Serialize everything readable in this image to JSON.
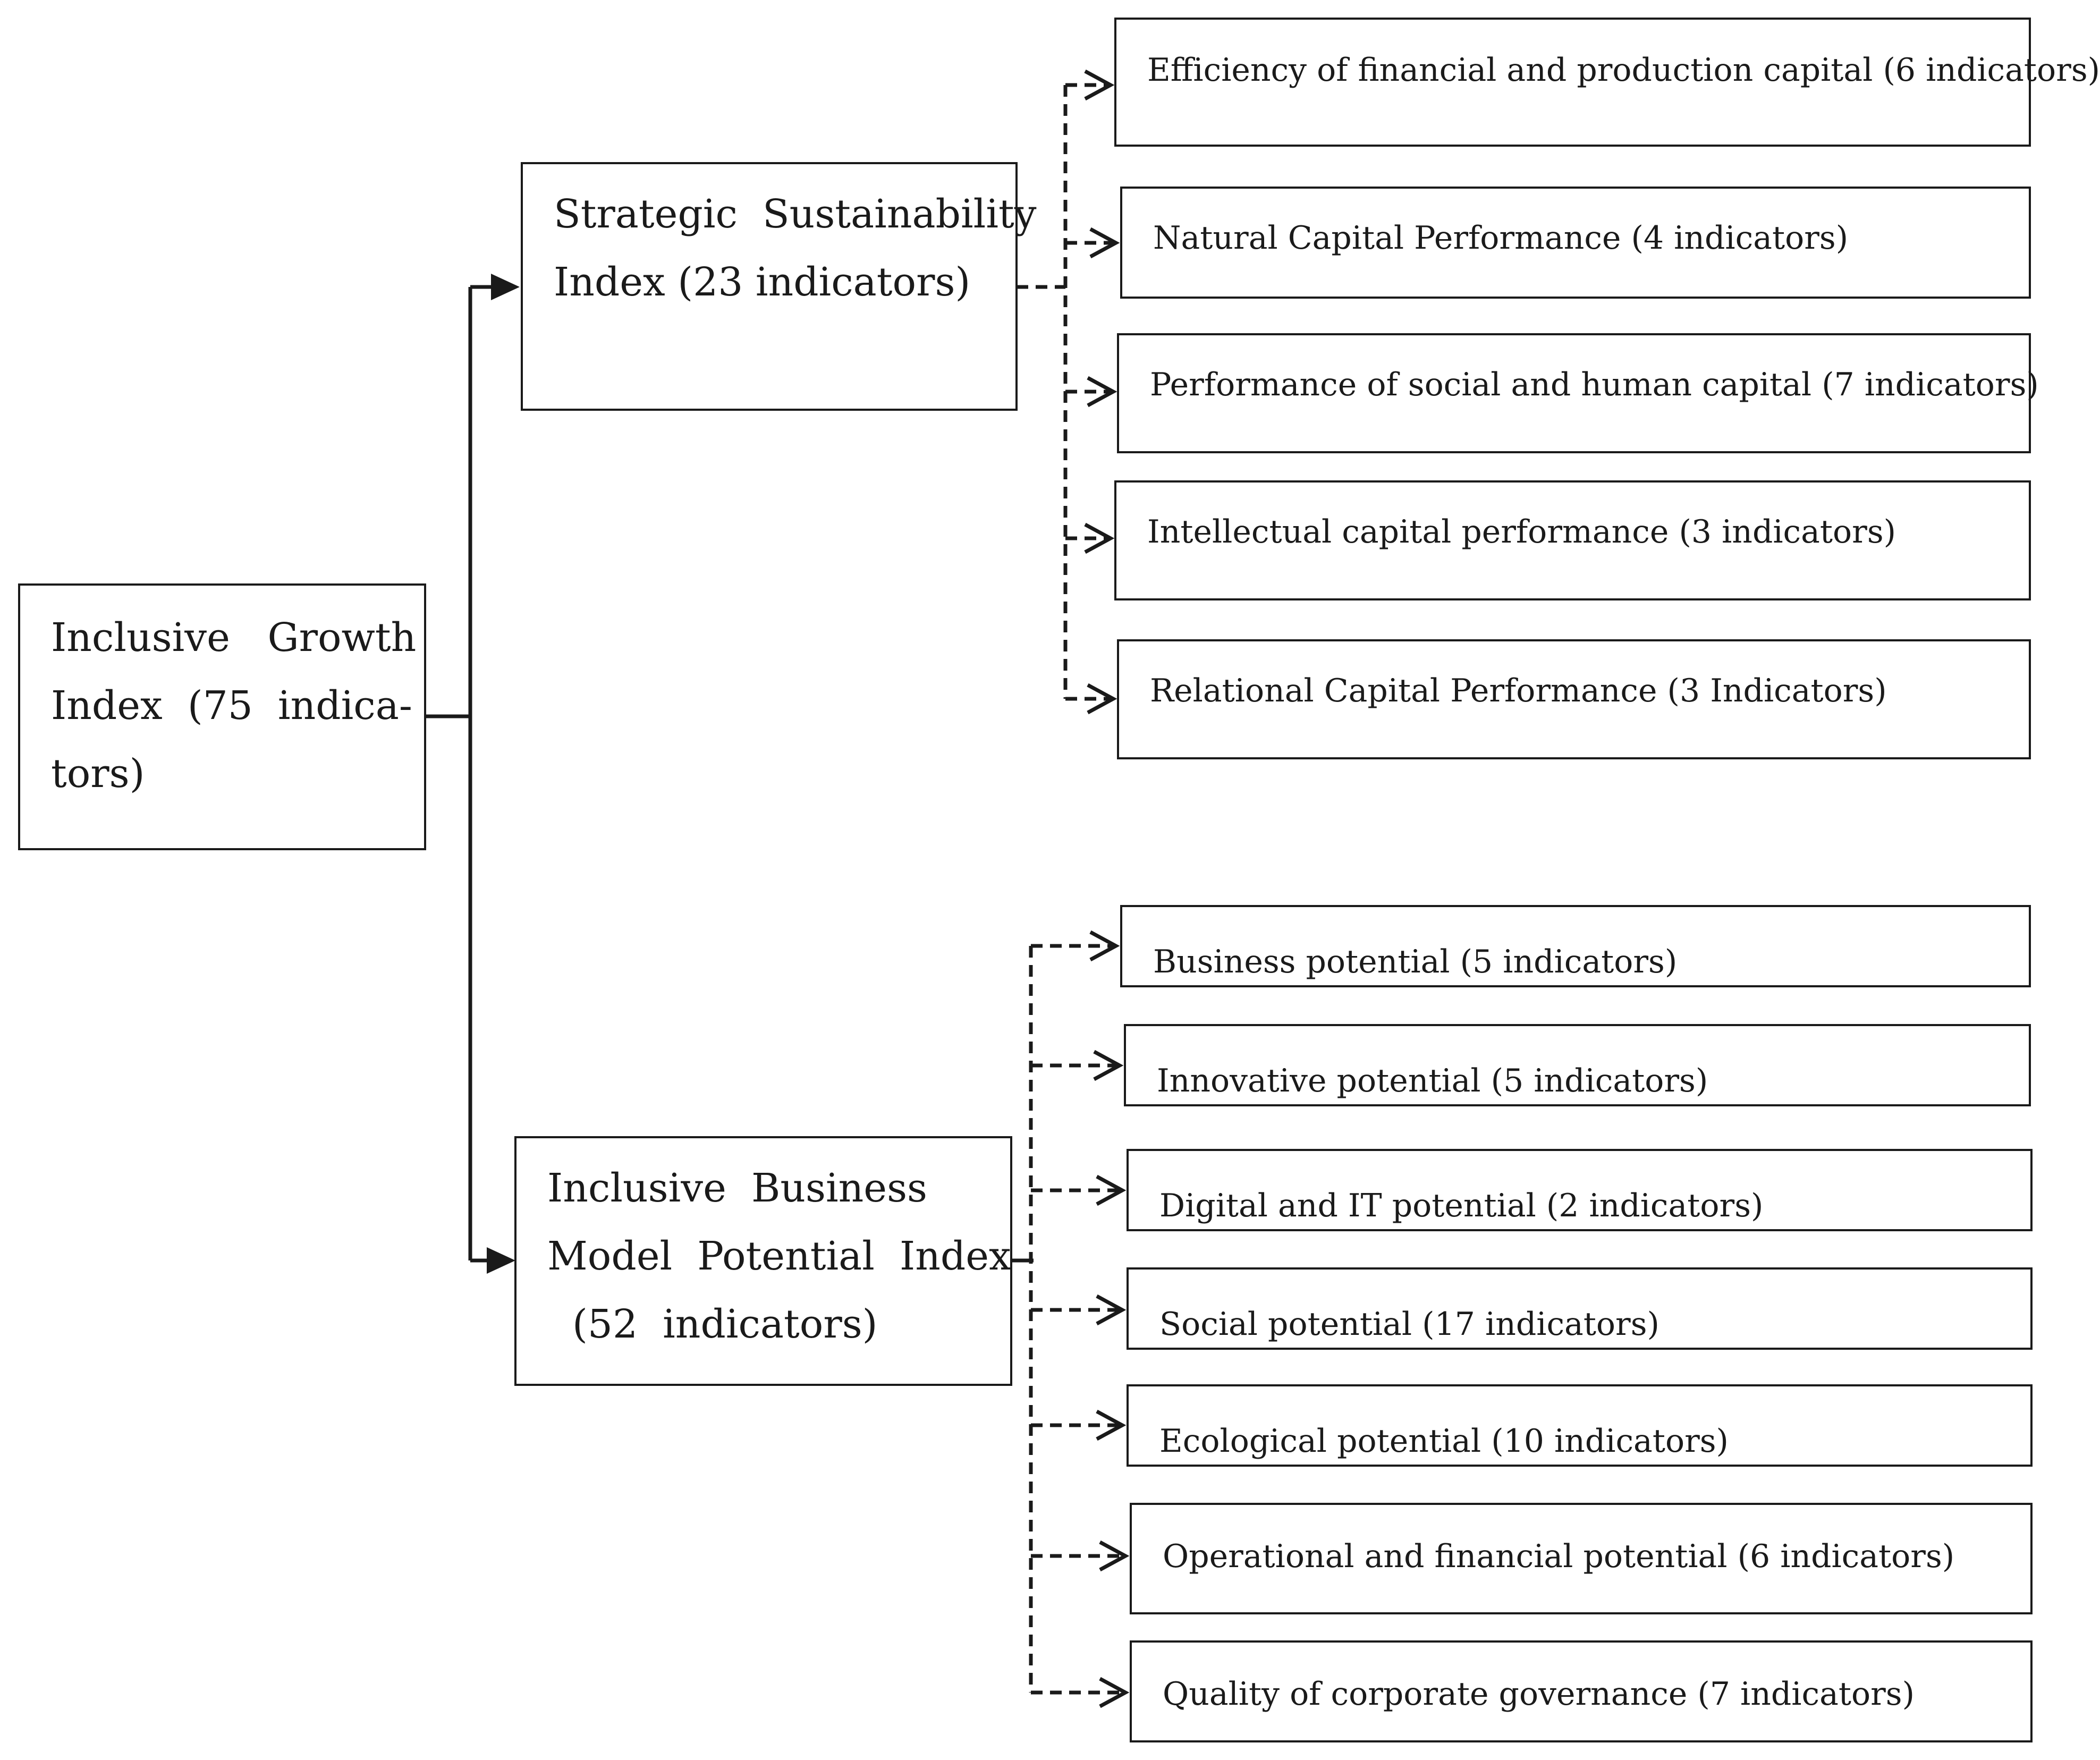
{
  "diagram": {
    "root": {
      "lines": [
        "Inclusive   Growth",
        "Index  (75  indica-",
        "tors)"
      ]
    },
    "branches": [
      {
        "lines": [
          "Strategic  Sustainability",
          "Index (23 indicators)"
        ],
        "children": [
          "Efficiency of financial and production capital (6 indicators)",
          "Natural Capital Performance (4 indicators)",
          "Performance of social and human capital (7 indicators)",
          "Intellectual capital performance (3 indicators)",
          "Relational Capital Performance (3 Indicators)"
        ]
      },
      {
        "lines": [
          "Inclusive  Business",
          "Model  Potential  Index",
          "  (52  indicators)"
        ],
        "children": [
          "Business potential (5 indicators)",
          "Innovative potential (5 indicators)",
          "Digital and IT potential (2 indicators)",
          "Social potential (17 indicators)",
          "Ecological potential (10 indicators)",
          "Operational and financial potential (6 indicators)",
          "Quality of corporate governance (7 indicators)"
        ]
      }
    ]
  }
}
